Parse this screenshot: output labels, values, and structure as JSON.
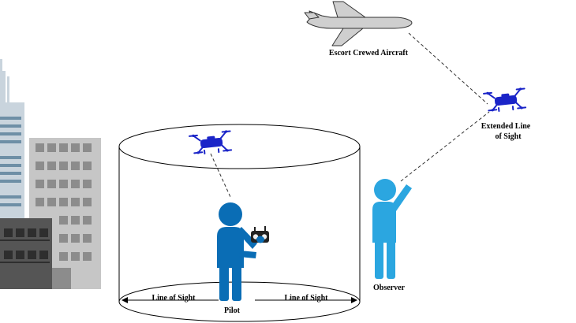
{
  "labels": {
    "aircraft": "Escort Crewed Aircraft",
    "extended_line_1": "Extended Line",
    "extended_line_2": "of Sight",
    "observer": "Observer",
    "pilot": "Pilot",
    "line_of_sight_left": "Line of Sight",
    "line_of_sight_right": "Line of Sight"
  },
  "colors": {
    "drone": "#1a24c8",
    "pilot": "#0a6db5",
    "observer": "#2ba6e0",
    "aircraft": "#cfcfcf",
    "building_light": "#c9d4dd",
    "building_gray": "#c6c6c6",
    "building_dark": "#555555",
    "window_gray": "#8c8c8c",
    "window_dark": "#2e2e2e"
  },
  "icons": [
    "aircraft-icon",
    "drone-icon",
    "pilot-icon",
    "observer-icon",
    "remote-controller-icon",
    "buildings-icon"
  ]
}
